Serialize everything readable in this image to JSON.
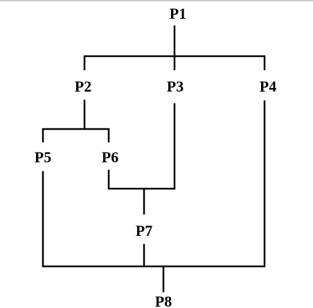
{
  "diagram": {
    "nodes": [
      {
        "id": "P1",
        "label": "P1"
      },
      {
        "id": "P2",
        "label": "P2"
      },
      {
        "id": "P3",
        "label": "P3"
      },
      {
        "id": "P4",
        "label": "P4"
      },
      {
        "id": "P5",
        "label": "P5"
      },
      {
        "id": "P6",
        "label": "P6"
      },
      {
        "id": "P7",
        "label": "P7"
      },
      {
        "id": "P8",
        "label": "P8"
      }
    ],
    "edges": [
      {
        "from": "P1",
        "to": "P2"
      },
      {
        "from": "P1",
        "to": "P3"
      },
      {
        "from": "P1",
        "to": "P4"
      },
      {
        "from": "P2",
        "to": "P5"
      },
      {
        "from": "P2",
        "to": "P6"
      },
      {
        "from": "P6",
        "to": "P7"
      },
      {
        "from": "P3",
        "to": "P7"
      },
      {
        "from": "P5",
        "to": "P8"
      },
      {
        "from": "P7",
        "to": "P8"
      },
      {
        "from": "P4",
        "to": "P8"
      }
    ]
  }
}
